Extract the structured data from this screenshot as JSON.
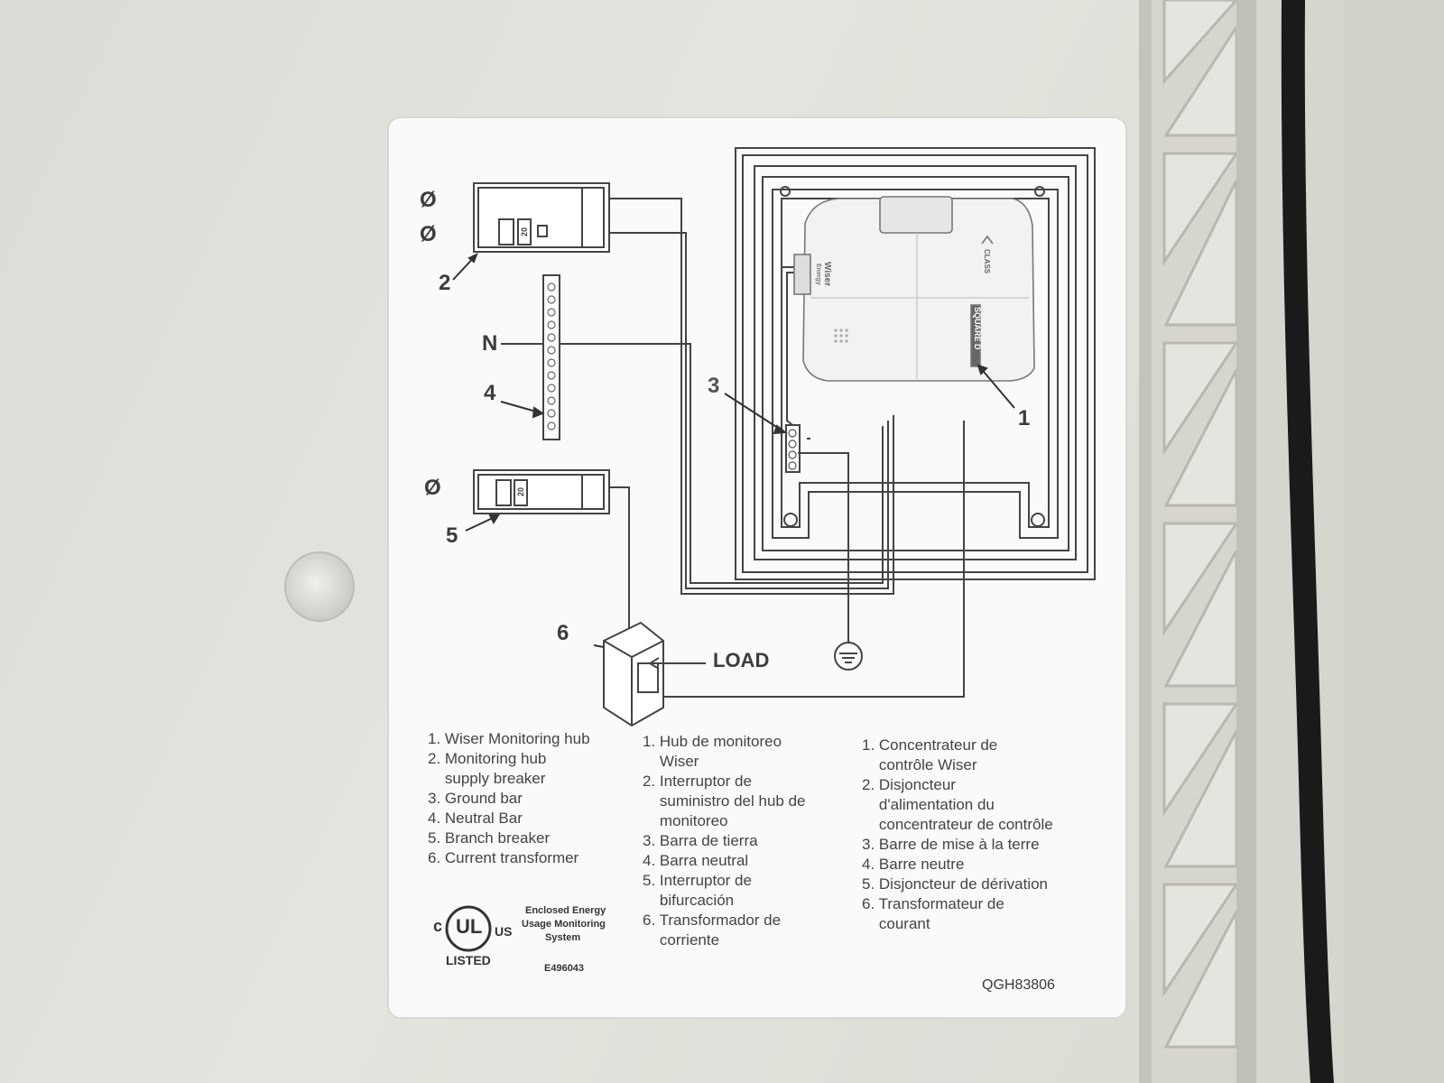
{
  "diagram": {
    "phase_symbol": "Ø",
    "neutral_label": "N",
    "load_label": "LOAD",
    "callouts": [
      "1",
      "2",
      "3",
      "4",
      "5",
      "6"
    ],
    "hub_brand_text": "Wiser",
    "hub_brand_sub": "Energy",
    "hub_maker_text": "SQUARE D",
    "hub_class_text": "CLASS",
    "breaker_rating": "20"
  },
  "legend_en": {
    "items": [
      "1. Wiser Monitoring hub",
      "2. Monitoring hub",
      "    supply breaker",
      "3. Ground bar",
      "4. Neutral Bar",
      "5. Branch breaker",
      "6. Current transformer"
    ]
  },
  "legend_es": {
    "items": [
      "1. Hub de monitoreo",
      "    Wiser",
      "2. Interruptor de",
      "    suministro del hub de",
      "    monitoreo",
      "3. Barra de tierra",
      "4. Barra neutral",
      "5. Interruptor de",
      "    bifurcación",
      "6. Transformador de",
      "    corriente"
    ]
  },
  "legend_fr": {
    "items": [
      "1. Concentrateur de",
      "    contrôle Wiser",
      "2. Disjoncteur",
      "    d'alimentation du",
      "    concentrateur de contrôle",
      "3. Barre de mise à la terre",
      "4. Barre neutre",
      "5. Disjoncteur de dérivation",
      "6. Transformateur de",
      "    courant"
    ]
  },
  "certification": {
    "c": "c",
    "ul": "UL",
    "us": "US",
    "listed": "LISTED",
    "line1": "Enclosed Energy",
    "line2": "Usage Monitoring",
    "line3": "System",
    "file_no": "E496043"
  },
  "part_number": "QGH83806",
  "colors": {
    "enclosure": "#dcdcd6",
    "label": "#fafafa",
    "ink": "#3a3a3a",
    "gasket": "#1a1a1a"
  }
}
